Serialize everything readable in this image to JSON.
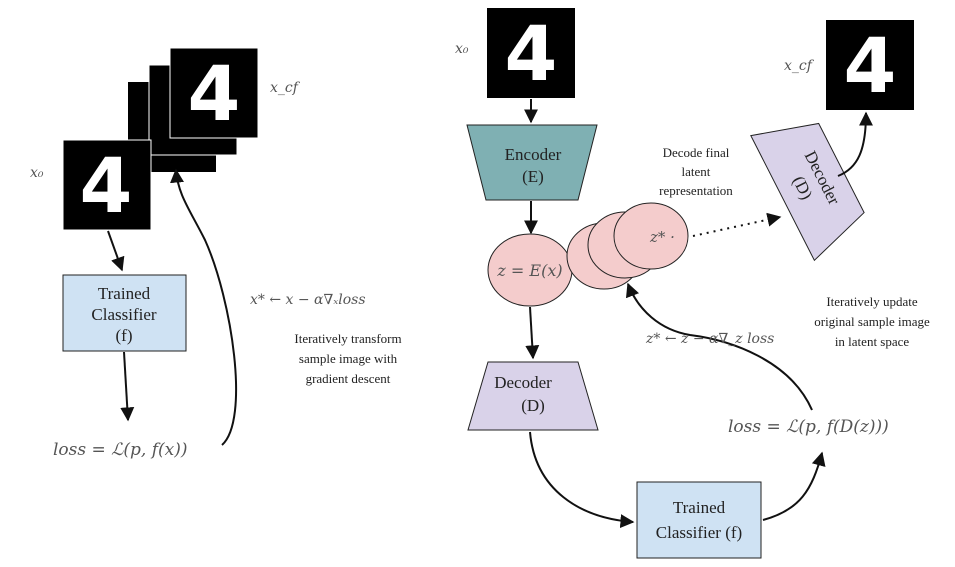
{
  "left": {
    "x0_label": "x₀",
    "xcf_label": "x_cf",
    "digit": "4",
    "classifier": {
      "line1": "Trained",
      "line2": "Classifier",
      "line3": "(f)"
    },
    "loss": "loss = ℒ(p, f(x))",
    "update": "x* ← x − α∇ₓloss",
    "annotation": [
      "Iteratively transform",
      "sample image with",
      "gradient descent"
    ]
  },
  "right": {
    "x0_label": "x₀",
    "xcf_label": "x_cf",
    "digit": "4",
    "encoder": {
      "line1": "Encoder",
      "line2": "(E)"
    },
    "decoder": {
      "line1": "Decoder",
      "line2": "(D)"
    },
    "decoder_out": {
      "line1": "Decoder",
      "line2": "(D)"
    },
    "latent": "z = E(x)",
    "z_star": "z* ·",
    "decode_note": [
      "Decode final",
      "latent",
      "representation"
    ],
    "update": "z* ← z − α∇_z loss",
    "annotation": [
      "Iteratively update",
      "original sample image",
      "in latent space"
    ],
    "loss": "loss = ℒ(p, f(D(z)))",
    "classifier": {
      "line1": "Trained",
      "line2": "Classifier (f)"
    }
  },
  "colors": {
    "classifier_fill": "#cfe2f3",
    "encoder_fill": "#7fb0b3",
    "decoder_fill": "#d9d2e9",
    "latent_fill": "#f4cccc",
    "stroke": "#222222"
  }
}
